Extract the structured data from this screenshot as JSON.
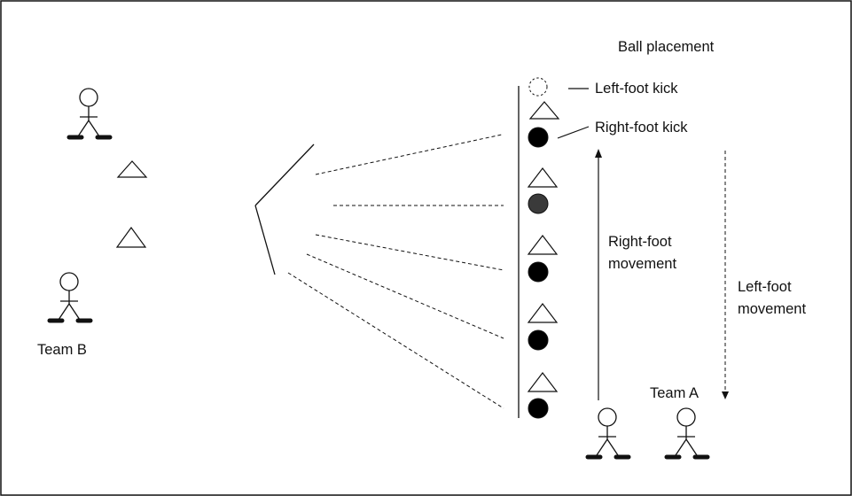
{
  "labels": {
    "ball_placement": "Ball placement",
    "left_foot_kick": "Left-foot kick",
    "right_foot_kick": "Right-foot kick",
    "right_foot_movement_1": "Right-foot",
    "right_foot_movement_2": "movement",
    "left_foot_movement_1": "Left-foot",
    "left_foot_movement_2": "movement",
    "team_a": "Team A",
    "team_b": "Team B"
  },
  "colors": {
    "stroke": "#111111",
    "ball_dark": "#000000",
    "ball_grey": "#3a3a3a",
    "background": "#ffffff"
  },
  "legend_items": [
    {
      "symbol": "dashed-circle",
      "meaning_label": "labels.left_foot_kick"
    },
    {
      "symbol": "filled-circle",
      "meaning_label": "labels.right_foot_kick"
    }
  ]
}
